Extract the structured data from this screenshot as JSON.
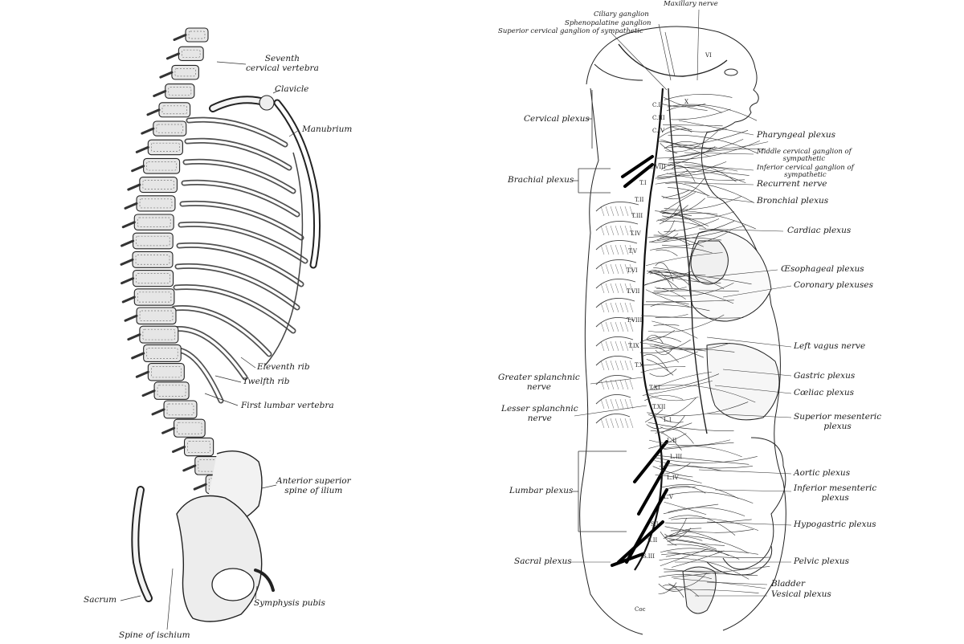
{
  "left_figure": {
    "labels": {
      "seventh_cervical": "Seventh\ncervical vertebra",
      "clavicle": "Clavicle",
      "manubrium": "Manubrium",
      "eleventh_rib": "Eleventh rib",
      "twelfth_rib": "Twelfth rib",
      "first_lumbar": "First lumbar vertebra",
      "anterior_superior_spine": "Anterior superior\nspine of ilium",
      "sacrum": "Sacrum",
      "symphysis_pubis": "Symphysis pubis",
      "spine_of_ischium": "Spine of ischium"
    }
  },
  "right_figure": {
    "labels": {
      "maxillary_nerve": "Maxillary nerve",
      "ciliary_ganglion": "Ciliary ganglion",
      "sphenopalatine_ganglion": "Sphenopalatine ganglion",
      "superior_cervical_ganglion": "Superior cervical ganglion of sympathetic",
      "cervical_plexus": "Cervical plexus",
      "pharyngeal_plexus": "Pharyngeal plexus",
      "middle_cervical_ganglion": "Middle cervical ganglion of\nsympathetic",
      "inferior_cervical_ganglion": "Inferior cervical ganglion of\nsympathetic",
      "recurrent_nerve": "Recurrent nerve",
      "brachial_plexus": "Brachial plexus",
      "bronchial_plexus": "Bronchial plexus",
      "cardiac_plexus": "Cardiac plexus",
      "oesophageal_plexus": "Œsophageal plexus",
      "coronary_plexuses": "Coronary plexuses",
      "left_vagus_nerve": "Left vagus nerve",
      "greater_splanchnic": "Greater splanchnic\nnerve",
      "gastric_plexus": "Gastric plexus",
      "coeliac_plexus": "Cœliac plexus",
      "lesser_splanchnic": "Lesser splanchnic\nnerve",
      "superior_mesenteric": "Superior mesenteric\nplexus",
      "aortic_plexus": "Aortic plexus",
      "lumbar_plexus": "Lumbar plexus",
      "inferior_mesenteric": "Inferior mesenteric\nplexus",
      "hypogastric_plexus": "Hypogastric plexus",
      "sacral_plexus": "Sacral plexus",
      "pelvic_plexus": "Pelvic plexus",
      "bladder": "Bladder",
      "vesical_plexus": "Vesical plexus"
    },
    "vertebra_marks": {
      "vi": "VI",
      "x": "X",
      "c2": "C.II",
      "c3": "C.III",
      "c4": "C.IV",
      "c8": "C.VIII",
      "t1": "T.I",
      "t2": "T.II",
      "t3": "T.III",
      "t4": "T.IV",
      "t5": "T.V",
      "t6": "T.VI",
      "t7": "T.VII",
      "t8": "T.VIII",
      "t9": "T.IX",
      "t10": "T.X",
      "t11": "T.XI",
      "t12": "T.XII",
      "l1": "L.I",
      "l2": "L.II",
      "l3": "L.III",
      "l4": "L.IV",
      "l5": "L.V",
      "s1": "S.I",
      "s2": "S.II",
      "s3": "S.III",
      "coc": "Coc"
    }
  }
}
